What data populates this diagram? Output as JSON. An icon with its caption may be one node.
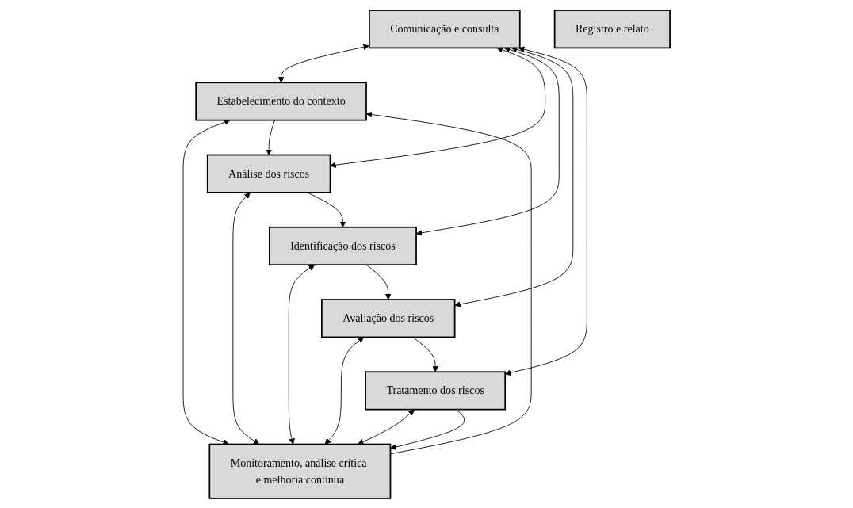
{
  "diagram": {
    "nodes": [
      {
        "text": [
          "Comunicação e consulta"
        ]
      },
      {
        "text": [
          "Estabelecimento do contexto"
        ]
      },
      {
        "text": [
          "Análise dos riscos"
        ]
      },
      {
        "text": [
          "Identificação dos riscos"
        ]
      },
      {
        "text": [
          "Avaliação dos riscos"
        ]
      },
      {
        "text": [
          "Tratamento dos riscos"
        ]
      },
      {
        "text": [
          "Monitoramento, análise crítica e melhoria contínua"
        ]
      },
      {
        "text": [
          "Registro e relato"
        ]
      }
    ],
    "edges": [
      {
        "from": 0,
        "to": 1,
        "arrow": "both"
      },
      {
        "from": 1,
        "to": 6,
        "arrow": "both"
      },
      {
        "from": 1,
        "to": 2,
        "arrow": "to"
      },
      {
        "from": 0,
        "to": 2,
        "arrow": "both"
      },
      {
        "from": 2,
        "to": 6,
        "arrow": "both"
      },
      {
        "from": 2,
        "to": 3,
        "arrow": "to"
      },
      {
        "from": 0,
        "to": 3,
        "arrow": "both"
      },
      {
        "from": 3,
        "to": 6,
        "arrow": "both"
      },
      {
        "from": 3,
        "to": 4,
        "arrow": "to"
      },
      {
        "from": 0,
        "to": 4,
        "arrow": "both"
      },
      {
        "from": 4,
        "to": 6,
        "arrow": "both"
      },
      {
        "from": 4,
        "to": 5,
        "arrow": "to"
      },
      {
        "from": 0,
        "to": 5,
        "arrow": "both"
      },
      {
        "from": 5,
        "to": 6,
        "arrow": "both"
      },
      {
        "from": 5,
        "to": 6,
        "arrow": "to"
      },
      {
        "from": 6,
        "to": 1,
        "arrow": "to"
      }
    ]
  }
}
